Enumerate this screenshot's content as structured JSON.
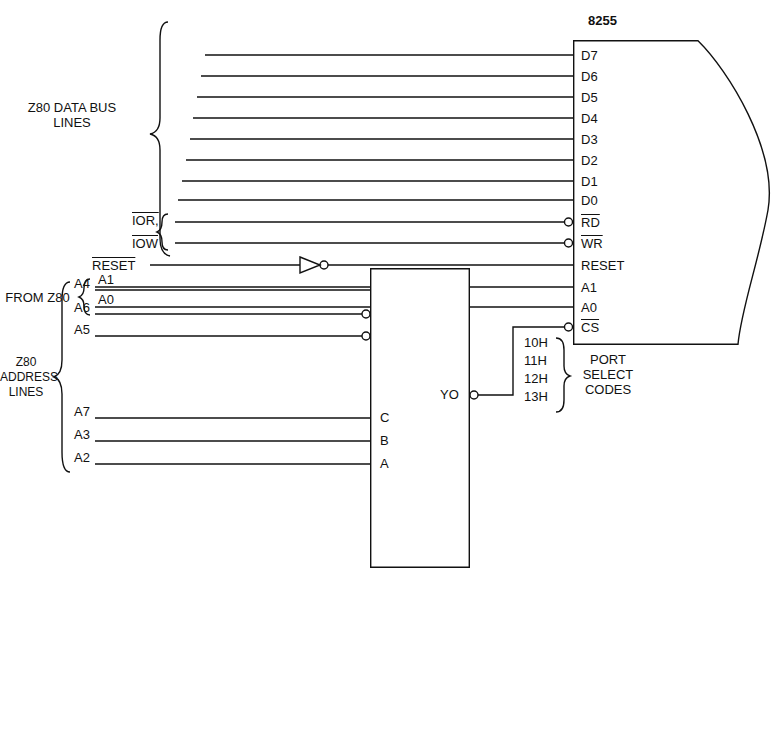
{
  "diagram": {
    "nodes": [
      {
        "text": [
          "8255",
          "D7",
          "D6",
          "D5",
          "D4",
          "D3",
          "D2",
          "D1",
          "D0",
          "RD",
          "WR",
          "RESET",
          "A1",
          "A0",
          "CS"
        ]
      },
      {
        "text": [
          "C",
          "B",
          "A",
          "YO"
        ]
      }
    ],
    "edges": [
      {
        "from": 1,
        "to": 0,
        "arrow": "none"
      }
    ],
    "labels": [
      "Z80 DATA BUS LINES",
      "IOR,",
      "IOW",
      "RESET",
      "FROM Z80",
      "A1",
      "A0",
      "A4",
      "A6",
      "A5",
      "Z80 ADDRESS LINES",
      "A7",
      "A3",
      "A2",
      "10H",
      "11H",
      "12H",
      "13H",
      "PORT SELECT CODES"
    ]
  }
}
